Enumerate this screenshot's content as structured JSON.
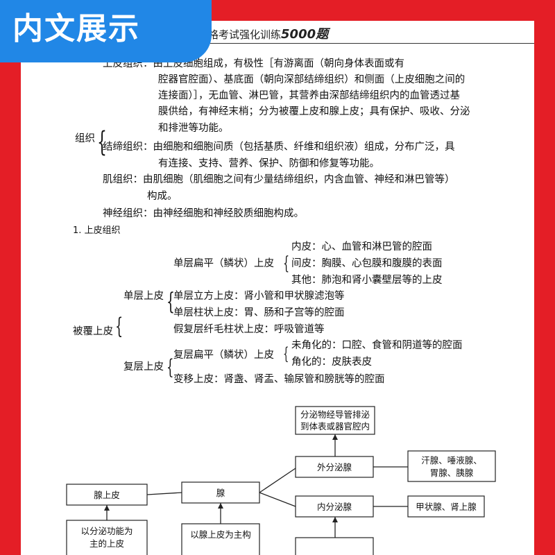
{
  "banner": {
    "label": "内文展示"
  },
  "header": {
    "title_prefix": "格考试强化训练",
    "title_number": "5000题"
  },
  "tissue": {
    "label": "组织",
    "epithelial_lines": [
      "上皮组织：由上皮细胞组成，有极性［有游离面（朝向身体表面或有",
      "腔器官腔面）、基底面（朝向深部结缔组织）和侧面（上皮细胞之间的",
      "连接面）］，无血管、淋巴管，其营养由深部结缔组织内的血管透过基",
      "膜供给，有神经末梢；分为被覆上皮和腺上皮；具有保护、吸收、分泌",
      "和排泄等功能。"
    ],
    "connective_lines": [
      "结缔组织：由细胞和细胞间质（包括基质、纤维和组织液）组成，分布广泛，具",
      "有连接、支持、营养、保护、防御和修复等功能。"
    ],
    "muscle_lines": [
      "肌组织：由肌细胞（肌细胞之间有少量结缔组织，内含血管、神经和淋巴管等）",
      "构成。"
    ],
    "nerve_line": "神经组织：由神经细胞和神经胶质细胞构成。"
  },
  "section1": {
    "heading": "1.  上皮组织"
  },
  "covering": {
    "label": "被覆上皮",
    "simple": {
      "label": "单层上皮",
      "squamous": {
        "label": "单层扁平（鳞状）上皮",
        "items": [
          "内皮：心、血管和淋巴管的腔面",
          "间皮：胸膜、心包膜和腹膜的表面",
          "其他：肺泡和肾小囊壁层等的上皮"
        ]
      },
      "others": [
        "单层立方上皮：肾小管和甲状腺滤泡等",
        "单层柱状上皮：胃、肠和子宫等的腔面",
        "假复层纤毛柱状上皮：呼吸管道等"
      ]
    },
    "stratified": {
      "label": "复层上皮",
      "squamous": {
        "label": "复层扁平（鳞状）上皮",
        "items": [
          "未角化的：口腔、食管和阴道等的腔面",
          "角化的：皮肤表皮"
        ]
      },
      "transitional": "变移上皮：肾盏、肾盂、输尿管和膀胱等的腔面"
    }
  },
  "gland_diagram": {
    "top_box": [
      "分泌物经导管排泌",
      "到体表或器官腔内"
    ],
    "exocrine": "外分泌腺",
    "exocrine_examples": [
      "汗腺、唾液腺、",
      "胃腺、胰腺"
    ],
    "endocrine": "内分泌腺",
    "endocrine_examples": "甲状腺、肾上腺",
    "glandular_epithelium": "腺上皮",
    "gland": "腺",
    "left_bottom_box": [
      "以分泌功能为",
      "主的上皮"
    ],
    "mid_bottom_box": "以腺上皮为主构"
  }
}
